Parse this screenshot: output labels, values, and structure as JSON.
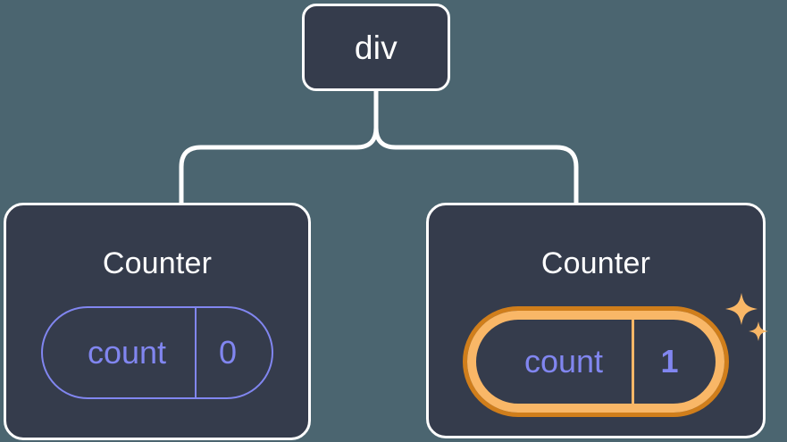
{
  "diagram": {
    "type": "component-tree",
    "title_text": "React component tree with highlighted state update",
    "background_color": "#4b6570",
    "node_fill_color": "#353c4c",
    "node_border_color": "#ffffff",
    "state_accent_color": "#8186f0",
    "highlight_ring_color": "#f9b767",
    "highlight_ring_outline_color": "#d07e1b",
    "connector_color": "#ffffff"
  },
  "root": {
    "label": "div"
  },
  "children": [
    {
      "title": "Counter",
      "state": {
        "key": "count",
        "value": "0"
      },
      "highlighted": false
    },
    {
      "title": "Counter",
      "state": {
        "key": "count",
        "value": "1"
      },
      "highlighted": true,
      "sparkle_icons": [
        "sparkle-large",
        "sparkle-small"
      ]
    }
  ]
}
